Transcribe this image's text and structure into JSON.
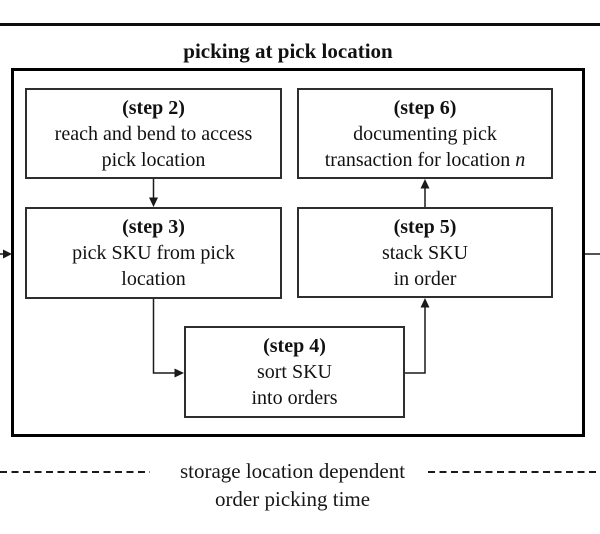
{
  "diagram": {
    "title": "picking at pick location",
    "boxes": {
      "step2": {
        "title": "(step 2)",
        "lines": [
          "reach and bend to access",
          "pick location"
        ]
      },
      "step3": {
        "title": "(step 3)",
        "lines": [
          "pick SKU from pick",
          "location"
        ]
      },
      "step4": {
        "title": "(step 4)",
        "lines": [
          "sort SKU",
          "into orders"
        ]
      },
      "step5": {
        "title": "(step 5)",
        "lines": [
          "stack SKU",
          "in order"
        ]
      },
      "step6": {
        "title": "(step 6)",
        "lines": [
          "documenting pick",
          "transaction for location"
        ],
        "location_var": "n"
      }
    },
    "caption": {
      "line1": "storage location dependent",
      "line2": "order picking time"
    },
    "colors": {
      "background": "#ffffff",
      "outer_border": "#000000",
      "inner_border": "#2e2e2e",
      "connector_line": "#1a1a1a",
      "text": "#111111"
    }
  }
}
